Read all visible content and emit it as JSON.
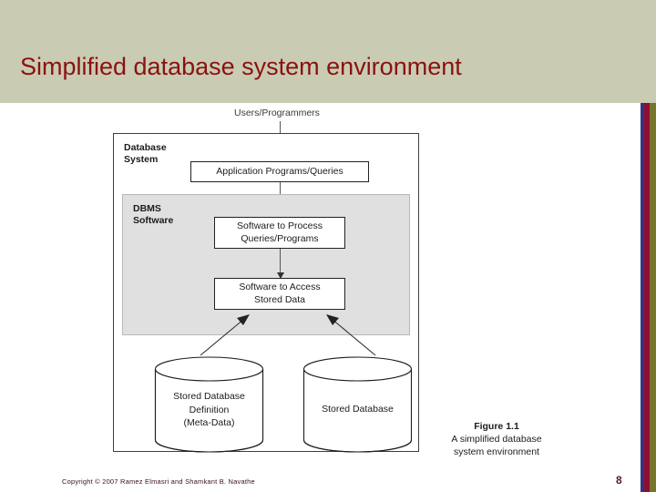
{
  "slide": {
    "title": "Simplified database system environment",
    "page_number": "8",
    "copyright": "Copyright © 2007 Ramez Elmasri and Shamkant B. Navathe",
    "banner_color": "#c9ccb3",
    "title_color": "#8b1111",
    "accent_colors": {
      "stripe_blue": "#33337f",
      "stripe_red": "#8f0d33",
      "stripe_olive": "#76762a"
    }
  },
  "figure": {
    "users_label": "Users/Programmers",
    "database_system_label": "Database\nSystem",
    "dbms_software_label": "DBMS\nSoftware",
    "boxes": {
      "application_programs": "Application Programs/Queries",
      "software_to_process": "Software to Process\nQueries/Programs",
      "software_to_access": "Software to Access\nStored Data"
    },
    "cylinders": {
      "metadata": "Stored Database\nDefinition\n(Meta-Data)",
      "stored_database": "Stored Database"
    },
    "caption_number": "Figure 1.1",
    "caption_text": "A simplified database\nsystem environment"
  }
}
